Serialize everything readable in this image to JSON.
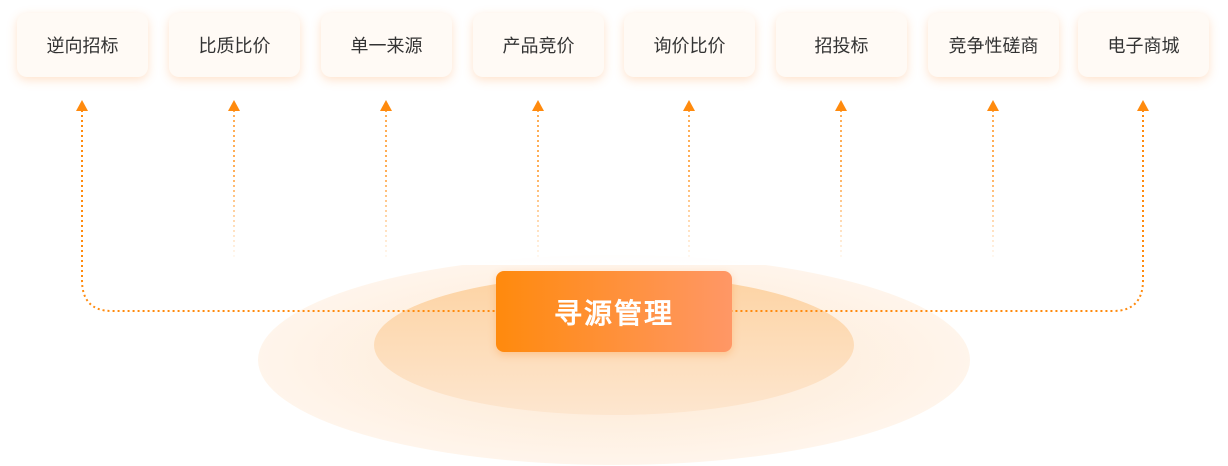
{
  "center": {
    "label": "寻源管理"
  },
  "items": [
    {
      "label": "逆向招标"
    },
    {
      "label": "比质比价"
    },
    {
      "label": "单一来源"
    },
    {
      "label": "产品竞价"
    },
    {
      "label": "询价比价"
    },
    {
      "label": "招投标"
    },
    {
      "label": "竞争性磋商"
    },
    {
      "label": "电子商城"
    }
  ],
  "colors": {
    "accent": "#ff8a0d",
    "accent_end": "#ff9766",
    "text": "#333333"
  }
}
